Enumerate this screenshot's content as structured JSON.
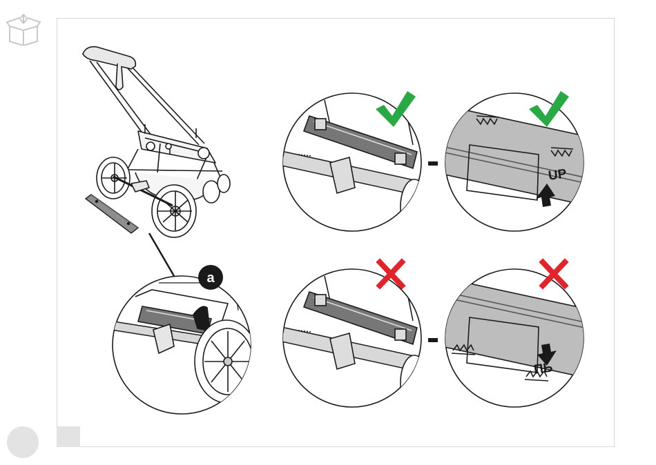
{
  "figure": {
    "callout_label": "a",
    "correct_arrow_label": "UP",
    "wrong_arrow_label": "ПЬ",
    "connector_symbol": "–"
  },
  "colors": {
    "check": "#2aa845",
    "cross": "#e0242c",
    "line": "#1a1a1a",
    "panel_fill": "#bdbdbd",
    "panel_dark": "#8e8e8e",
    "page_gray": "#e3e3e3"
  },
  "icons": [
    "box-unpack-icon",
    "check-icon",
    "cross-icon",
    "up-arrow-icon",
    "down-arrow-icon"
  ]
}
